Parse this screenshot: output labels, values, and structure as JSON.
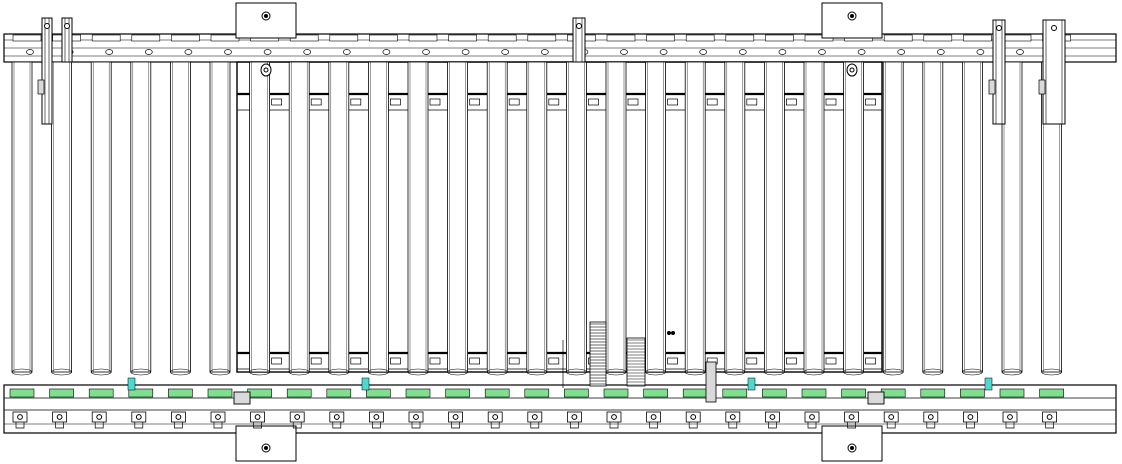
{
  "drawing": {
    "view": "front elevation",
    "line_color": "#000000",
    "background": "#ffffff",
    "panel_fill": "#ffffff",
    "shade_fill": "#d9d9d9",
    "pad_color": "#7ee08f",
    "accent_color": "#4fd8d0"
  },
  "assembly": {
    "panels": {
      "count": 27
    },
    "top_mounting_plates": {
      "count": 2
    },
    "bottom_mounting_plates": {
      "count": 2
    },
    "top_rail_brackets": {
      "count": 5
    },
    "contact_pads": {
      "count": 27
    },
    "bottom_connectors": {
      "count": 27
    }
  }
}
